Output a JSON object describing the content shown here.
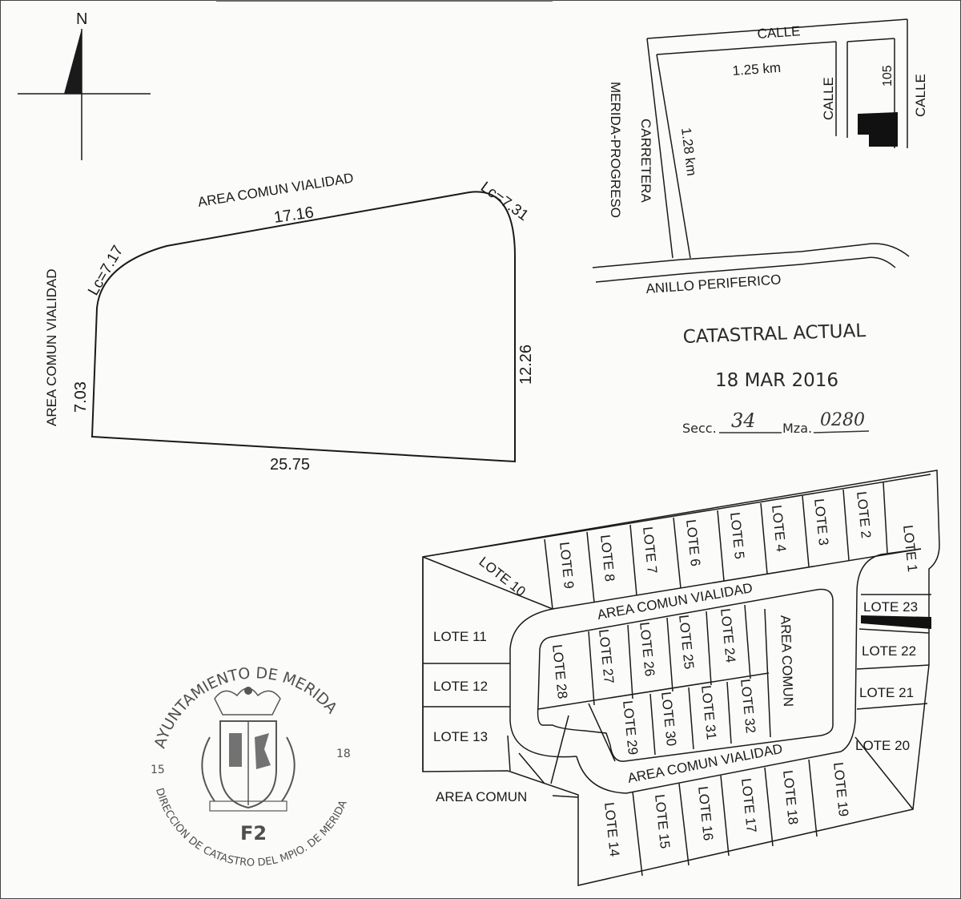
{
  "north": "N",
  "parcel": {
    "top_label": "AREA COMUN VIALIDAD",
    "left_label": "AREA COMUN VIALIDAD",
    "top_length": "17.16",
    "right_length": "12.26",
    "bottom_length": "25.75",
    "left_length": "7.03",
    "arc_left": "Lc=7.17",
    "arc_right": "Lc=7.31"
  },
  "location": {
    "street_top": "CALLE",
    "street_mid": "CALLE",
    "street_right": "CALLE",
    "lot_number": "105",
    "dist_horizontal": "1.25 km",
    "dist_vertical": "1.28 km",
    "highway_line1": "CARRETERA",
    "highway_line2": "MERIDA-PROGRESO",
    "ring_road": "ANILLO PERIFERICO"
  },
  "stamp": {
    "title": "CATASTRAL ACTUAL",
    "date": "18 MAR 2016",
    "secc_label": "Secc.",
    "secc_value": "34",
    "mza_label": "Mza.",
    "mza_value": "0280"
  },
  "subdivision": {
    "lots": [
      "LOTE 1",
      "LOTE 2",
      "LOTE 3",
      "LOTE 4",
      "LOTE 5",
      "LOTE 6",
      "LOTE 7",
      "LOTE 8",
      "LOTE 9",
      "LOTE 10",
      "LOTE 11",
      "LOTE 12",
      "LOTE 13",
      "LOTE 14",
      "LOTE 15",
      "LOTE 16",
      "LOTE 17",
      "LOTE 18",
      "LOTE 19",
      "LOTE 20",
      "LOTE 21",
      "LOTE 22",
      "LOTE 23",
      "LOTE 24",
      "LOTE 25",
      "LOTE 26",
      "LOTE 27",
      "LOTE 28",
      "LOTE 29",
      "LOTE 30",
      "LOTE 31",
      "LOTE 32"
    ],
    "road_top": "AREA COMUN VIALIDAD",
    "road_bottom": "AREA COMUN VIALIDAD",
    "common_area_center": "AREA COMUN",
    "common_area_callout": "AREA COMUN"
  },
  "seal": {
    "arc_text": "AYUNTAMIENTO DE MERIDA",
    "year_left": "15",
    "year_right": "18",
    "code": "F2",
    "bottom_text": "DIRECCION DE CATASTRO DEL MPIO. DE MERIDA"
  }
}
